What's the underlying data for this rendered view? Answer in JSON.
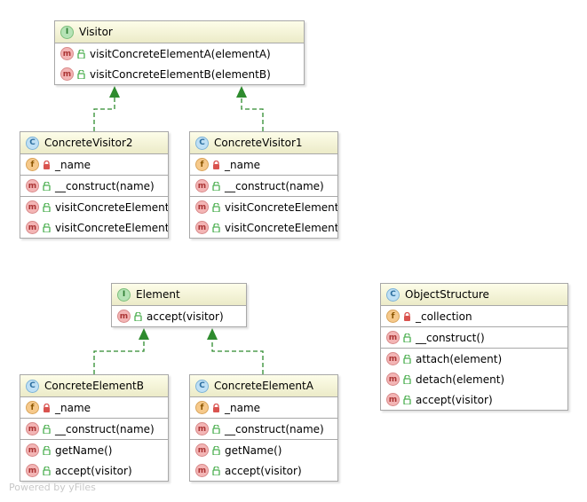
{
  "watermark": "Powered by yFiles",
  "colors": {
    "edge": "#2e8b2e",
    "public": "#4caf50",
    "private": "#d9534f"
  },
  "nodes": {
    "visitor": {
      "kind": "I",
      "title": "Visitor",
      "sections": [
        [
          {
            "kind": "m",
            "vis": "public",
            "text": "visitConcreteElementA(elementA)"
          },
          {
            "kind": "m",
            "vis": "public",
            "text": "visitConcreteElementB(elementB)"
          }
        ]
      ]
    },
    "concrete_visitor2": {
      "kind": "C",
      "title": "ConcreteVisitor2",
      "sections": [
        [
          {
            "kind": "f",
            "vis": "private",
            "text": "_name"
          }
        ],
        [
          {
            "kind": "m",
            "vis": "public",
            "text": "__construct(name)"
          }
        ],
        [
          {
            "kind": "m",
            "vis": "public",
            "text": "visitConcreteElementA"
          },
          {
            "kind": "m",
            "vis": "public",
            "text": "visitConcreteElementB"
          }
        ]
      ]
    },
    "concrete_visitor1": {
      "kind": "C",
      "title": "ConcreteVisitor1",
      "sections": [
        [
          {
            "kind": "f",
            "vis": "private",
            "text": "_name"
          }
        ],
        [
          {
            "kind": "m",
            "vis": "public",
            "text": "__construct(name)"
          }
        ],
        [
          {
            "kind": "m",
            "vis": "public",
            "text": "visitConcreteElementA"
          },
          {
            "kind": "m",
            "vis": "public",
            "text": "visitConcreteElementB"
          }
        ]
      ]
    },
    "element": {
      "kind": "I",
      "title": "Element",
      "sections": [
        [
          {
            "kind": "m",
            "vis": "public",
            "text": "accept(visitor)"
          }
        ]
      ]
    },
    "object_structure": {
      "kind": "C",
      "title": "ObjectStructure",
      "sections": [
        [
          {
            "kind": "f",
            "vis": "private",
            "text": "_collection"
          }
        ],
        [
          {
            "kind": "m",
            "vis": "public",
            "text": "__construct()"
          }
        ],
        [
          {
            "kind": "m",
            "vis": "public",
            "text": "attach(element)"
          },
          {
            "kind": "m",
            "vis": "public",
            "text": "detach(element)"
          },
          {
            "kind": "m",
            "vis": "public",
            "text": "accept(visitor)"
          }
        ]
      ]
    },
    "concrete_element_b": {
      "kind": "C",
      "title": "ConcreteElementB",
      "sections": [
        [
          {
            "kind": "f",
            "vis": "private",
            "text": "_name"
          }
        ],
        [
          {
            "kind": "m",
            "vis": "public",
            "text": "__construct(name)"
          }
        ],
        [
          {
            "kind": "m",
            "vis": "public",
            "text": "getName()"
          },
          {
            "kind": "m",
            "vis": "public",
            "text": "accept(visitor)"
          }
        ]
      ]
    },
    "concrete_element_a": {
      "kind": "C",
      "title": "ConcreteElementA",
      "sections": [
        [
          {
            "kind": "f",
            "vis": "private",
            "text": "_name"
          }
        ],
        [
          {
            "kind": "m",
            "vis": "public",
            "text": "__construct(name)"
          }
        ],
        [
          {
            "kind": "m",
            "vis": "public",
            "text": "getName()"
          },
          {
            "kind": "m",
            "vis": "public",
            "text": "accept(visitor)"
          }
        ]
      ]
    }
  },
  "edges": [
    {
      "from": "concrete_visitor2",
      "to": "visitor",
      "type": "realization"
    },
    {
      "from": "concrete_visitor1",
      "to": "visitor",
      "type": "realization"
    },
    {
      "from": "concrete_element_b",
      "to": "element",
      "type": "realization"
    },
    {
      "from": "concrete_element_a",
      "to": "element",
      "type": "realization"
    }
  ]
}
